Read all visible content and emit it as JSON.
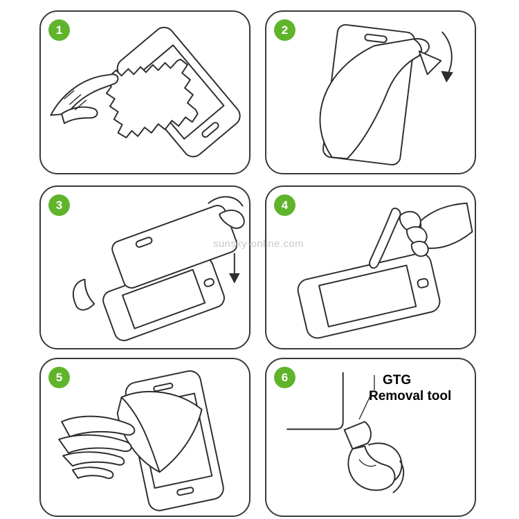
{
  "watermark": "sunsky-online.com",
  "colors": {
    "accent_green": "#5fb42c",
    "line_art": "#2d2d2d",
    "panel_border": "#3a3a3a",
    "watermark_gray": "#c9c9c9"
  },
  "steps": [
    {
      "number": "1"
    },
    {
      "number": "2"
    },
    {
      "number": "3"
    },
    {
      "number": "4"
    },
    {
      "number": "5"
    },
    {
      "number": "6"
    }
  ],
  "panel6_label": {
    "line1": "GTG",
    "line2": "Removal tool"
  }
}
